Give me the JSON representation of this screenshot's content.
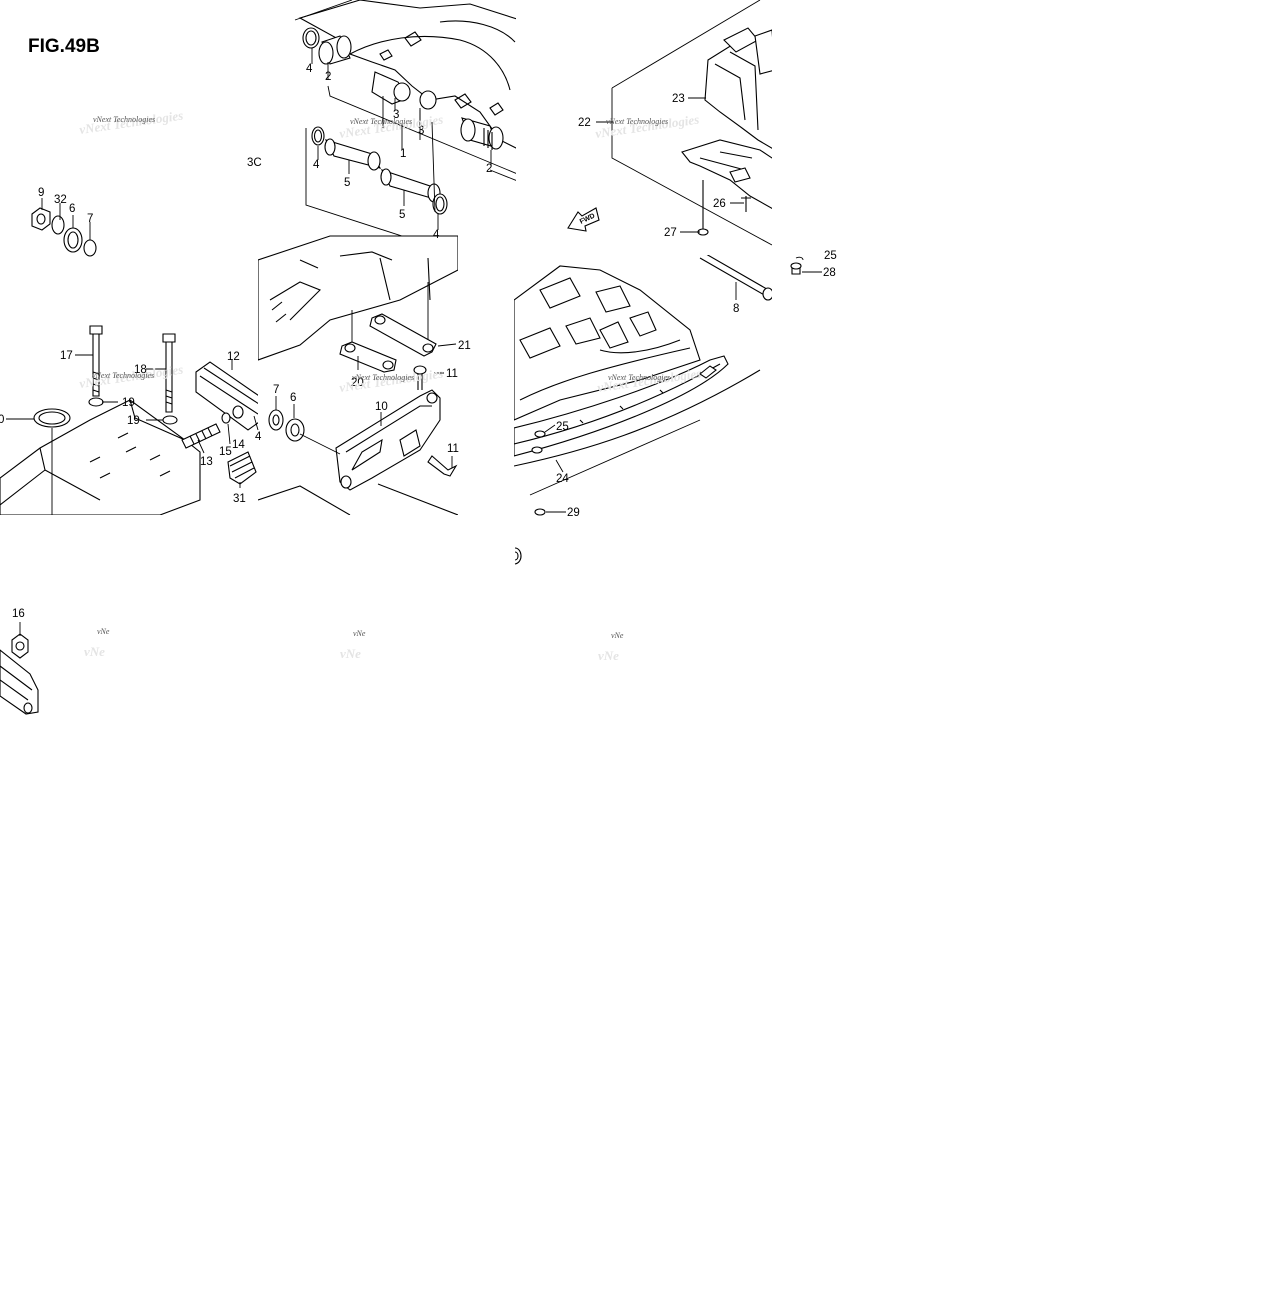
{
  "figure": {
    "title": "FIG.49B"
  },
  "watermark": {
    "text": "vNext Technologies",
    "fragment": "vNe"
  },
  "fwd_arrow": {
    "label": "FWD"
  },
  "callouts": [
    "1",
    "2",
    "2",
    "3",
    "3",
    "4",
    "4",
    "4",
    "4",
    "5",
    "5",
    "6",
    "6",
    "7",
    "7",
    "8",
    "9",
    "0",
    "10",
    "11",
    "11",
    "12",
    "13",
    "14",
    "15",
    "16",
    "17",
    "18",
    "19",
    "19",
    "20",
    "21",
    "22",
    "23",
    "24",
    "25",
    "26",
    "27",
    "28",
    "29",
    "25",
    "3C",
    "31",
    "32"
  ]
}
